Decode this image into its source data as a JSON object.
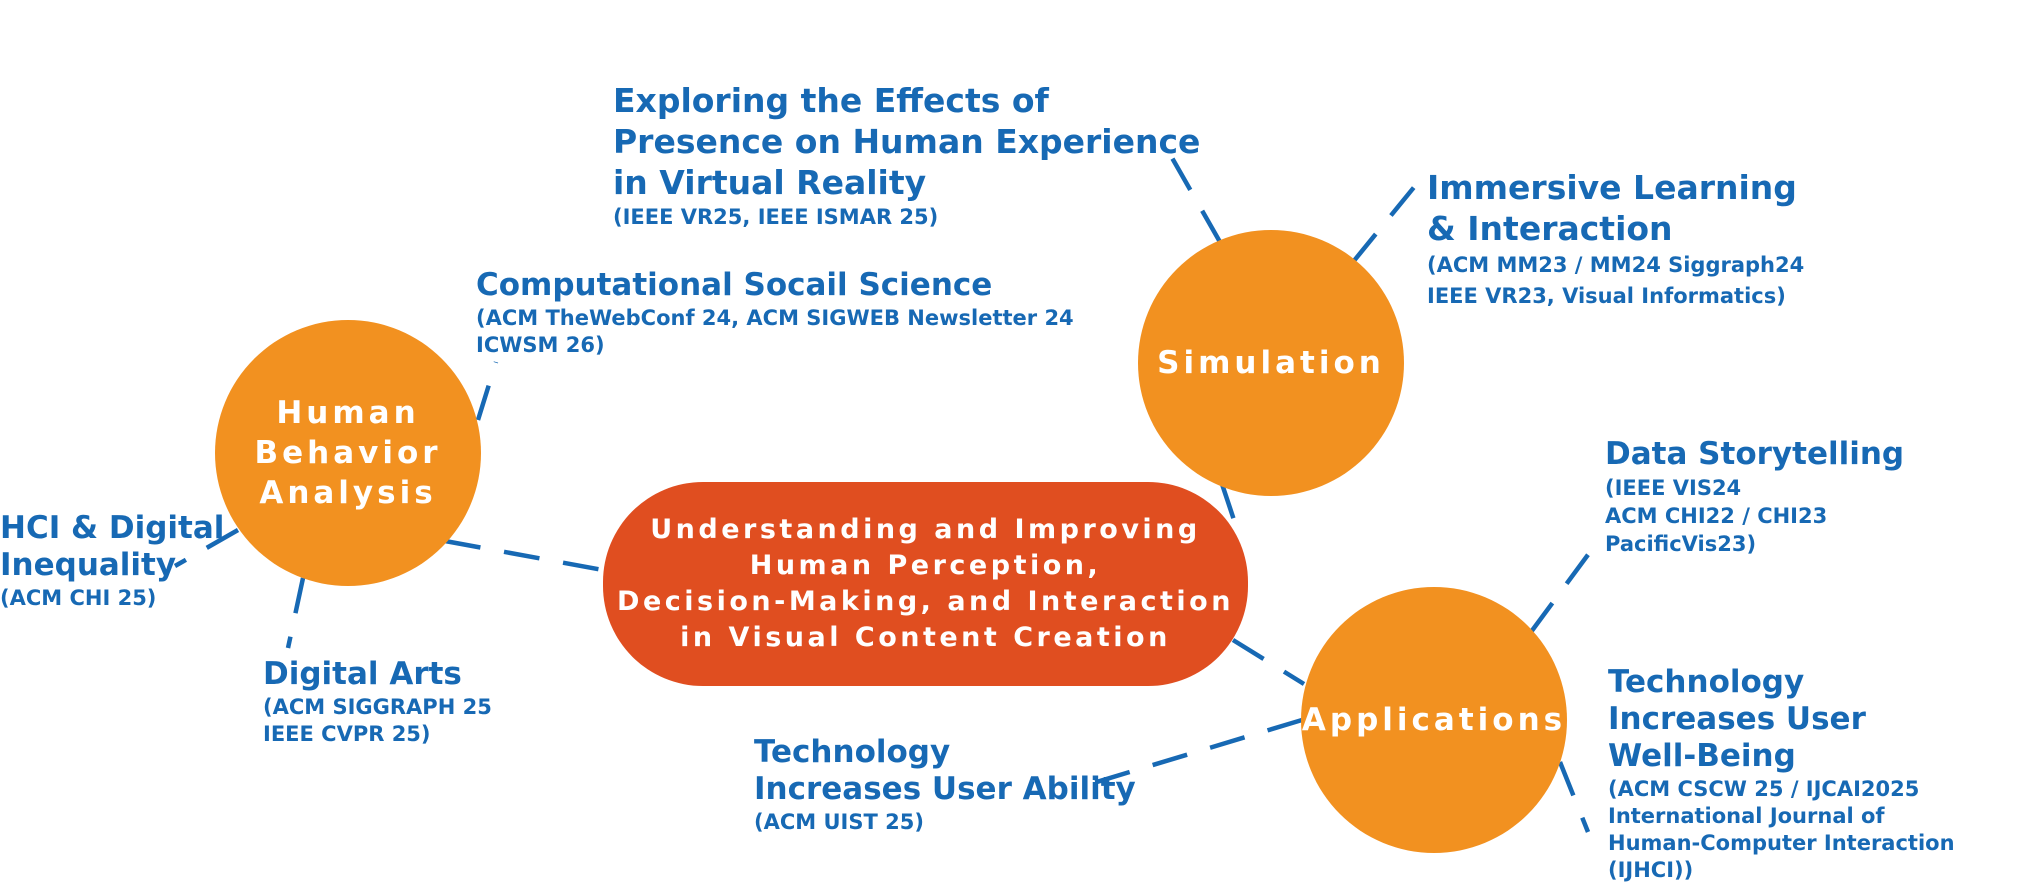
{
  "colors": {
    "hub_orange": "#F29120",
    "center_red": "#E04E20",
    "text_blue": "#1769B4",
    "connector_blue": "#1769B4"
  },
  "center": {
    "label": "Understanding and Improving\nHuman Perception,\nDecision-Making, and Interaction\nin Visual Content Creation"
  },
  "hubs": {
    "human_behavior": "Human\nBehavior\nAnalysis",
    "simulation": "Simulation",
    "applications": "Applications"
  },
  "topics": {
    "presence_vr": {
      "title": "Exploring the Effects of\nPresence on Human Experience\nin Virtual Reality",
      "venue": "(IEEE VR25, IEEE ISMAR 25)"
    },
    "immersive_learning": {
      "title": "Immersive Learning\n& Interaction",
      "venue": "(ACM MM23 / MM24 Siggraph24\nIEEE VR23, Visual Informatics)"
    },
    "computational_social": {
      "title": "Computational Socail Science",
      "venue": "(ACM TheWebConf 24, ACM SIGWEB Newsletter 24\nICWSM 26)"
    },
    "hci_digital_inequality": {
      "title": "HCI & Digital\nInequality",
      "venue": "(ACM CHI 25)"
    },
    "digital_arts": {
      "title": "Digital Arts",
      "venue": "(ACM SIGGRAPH 25\nIEEE CVPR 25)"
    },
    "data_storytelling": {
      "title": "Data Storytelling",
      "venue": "(IEEE VIS24\nACM CHI22 / CHI23\nPacificVis23)"
    },
    "user_ability": {
      "title": "Technology\nIncreases User Ability",
      "venue": "(ACM UIST 25)"
    },
    "user_wellbeing": {
      "title": "Technology\nIncreases User\nWell-Being",
      "venue": "(ACM CSCW 25 / IJCAI2025\nInternational Journal of\nHuman-Computer Interaction (IJHCI))"
    }
  }
}
